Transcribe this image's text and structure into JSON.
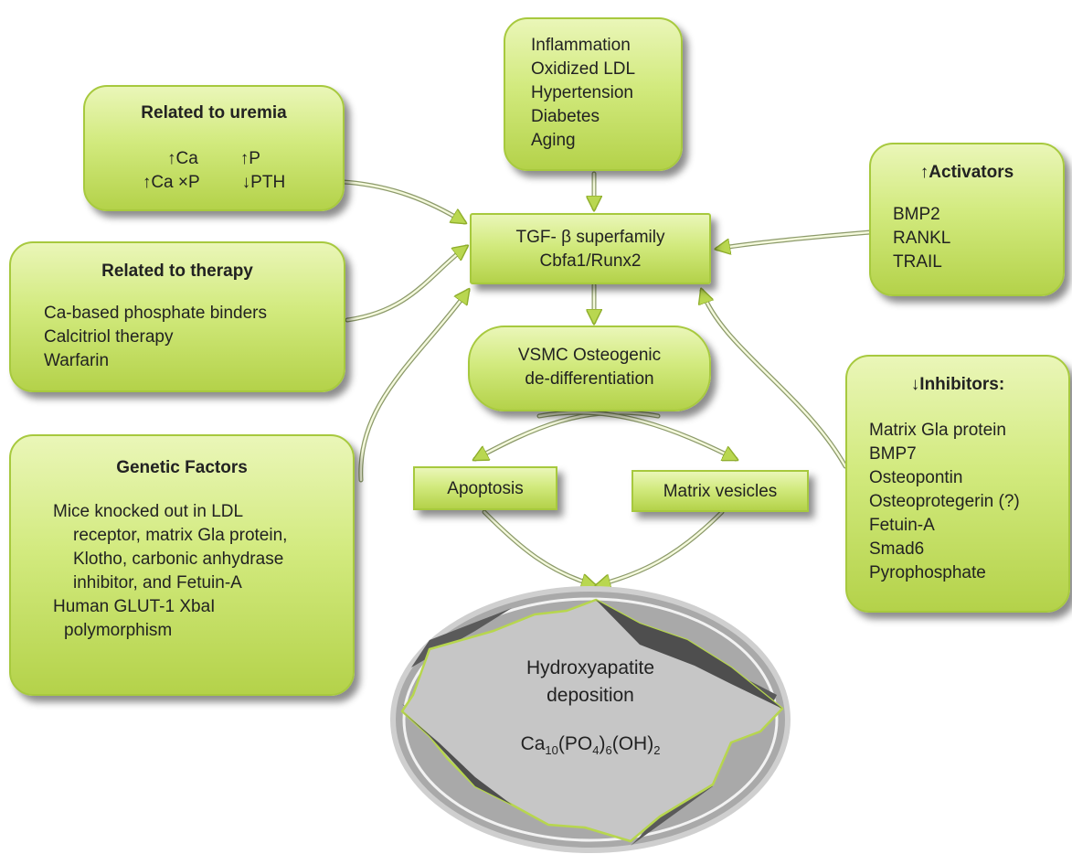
{
  "uremia": {
    "title": "Related to uremia",
    "items": [
      [
        "↑Ca",
        "↑P"
      ],
      [
        "↑Ca ×P",
        "↓PTH"
      ]
    ]
  },
  "risk": {
    "items": [
      "Inflammation",
      "Oxidized LDL",
      "Hypertension",
      "Diabetes",
      "Aging"
    ]
  },
  "activators": {
    "title": "↑Activators",
    "items": [
      "BMP2",
      "RANKL",
      "TRAIL"
    ]
  },
  "therapy": {
    "title": "Related to therapy",
    "items": [
      "Ca-based phosphate binders",
      "Calcitriol therapy",
      "Warfarin"
    ]
  },
  "tgf": {
    "line1": "TGF- β superfamily",
    "line2": "Cbfa1/Runx2"
  },
  "vsmc": {
    "line1": "VSMC Osteogenic",
    "line2": "de-differentiation"
  },
  "inhibitors": {
    "title": "↓Inhibitors:",
    "items": [
      "Matrix Gla protein",
      "BMP7",
      "Osteopontin",
      "Osteoprotegerin (?)",
      "Fetuin-A",
      "Smad6",
      "Pyrophosphate"
    ]
  },
  "genetic": {
    "title": "Genetic Factors",
    "lines": [
      "Mice knocked out in LDL",
      "receptor, matrix Gla protein,",
      "Klotho, carbonic anhydrase",
      "inhibitor, and Fetuin-A",
      "Human GLUT-1 XbaI",
      "polymorphism"
    ]
  },
  "apoptosis": {
    "label": "Apoptosis"
  },
  "vesicles": {
    "label": "Matrix vesicles"
  },
  "hydroxyapatite": {
    "line1": "Hydroxyapatite",
    "line2": "deposition",
    "formula": {
      "ca": "Ca",
      "s1": "10",
      "po4": "(PO",
      "s2": "4",
      "close": ")",
      "s3": "6",
      "oh": "(OH)",
      "s4": "2"
    }
  },
  "colors": {
    "box_fill_top": "#eaf6b8",
    "box_fill_bottom": "#b4d24a",
    "box_border": "#a7c93e",
    "oval_fill": "#a8a8a8",
    "crystal_fill": "#c4c4c4"
  }
}
